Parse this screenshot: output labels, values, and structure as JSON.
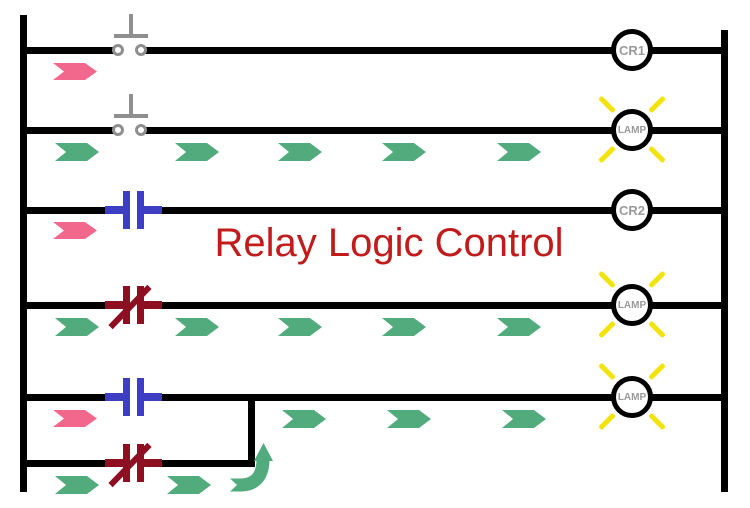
{
  "title": {
    "text": "Relay Logic Control"
  },
  "colors": {
    "wire": "#000000",
    "background": "#ffffff",
    "power_arrow_pink": "#f2688c",
    "flow_arrow_green": "#52ab7d",
    "lamp_ray_yellow": "#f2e30c",
    "no_contact_blue": "#3e3ec2",
    "nc_contact_dark_red": "#8c1022",
    "pushbutton_gray": "#8f8f8f",
    "coil_label_gray": "#9a9a9a",
    "title_red": "#c11b1b"
  },
  "rungs": [
    {
      "index": 1,
      "input": "pushbutton-normally-open",
      "output": {
        "type": "relay-coil",
        "label": "CR1",
        "lit": false
      },
      "indicators": {
        "pink_arrows": 1,
        "green_arrows": 0
      }
    },
    {
      "index": 2,
      "input": "pushbutton-normally-open",
      "output": {
        "type": "lamp",
        "label": "LAMP",
        "lit": true
      },
      "indicators": {
        "pink_arrows": 0,
        "green_arrows": 5
      }
    },
    {
      "index": 3,
      "input": "no-contact",
      "output": {
        "type": "relay-coil",
        "label": "CR2",
        "lit": false
      },
      "indicators": {
        "pink_arrows": 1,
        "green_arrows": 0
      }
    },
    {
      "index": 4,
      "input": "nc-contact",
      "output": {
        "type": "lamp",
        "label": "LAMP",
        "lit": true
      },
      "indicators": {
        "pink_arrows": 0,
        "green_arrows": 5
      }
    },
    {
      "index": 5,
      "input": "no-contact",
      "output": {
        "type": "lamp",
        "label": "LAMP",
        "lit": true
      },
      "indicators": {
        "pink_arrows": 1,
        "green_arrows": 3
      },
      "parallel_branch": {
        "input": "nc-contact",
        "indicators": {
          "green_arrows": 2,
          "curved_flow_arrow": 1
        }
      }
    }
  ]
}
